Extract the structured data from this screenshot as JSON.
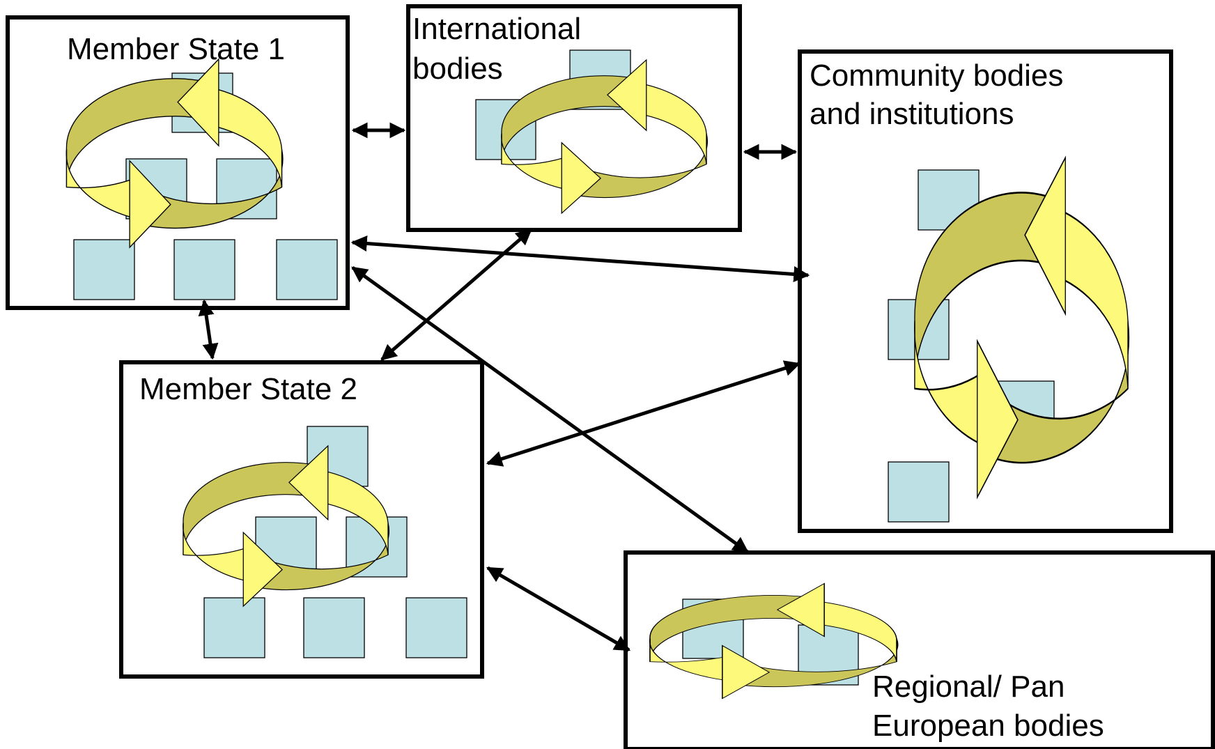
{
  "nodes": {
    "member_state_1": {
      "label_lines": [
        "Member State 1"
      ]
    },
    "international_bodies": {
      "label_lines": [
        "International",
        "bodies"
      ]
    },
    "community_bodies": {
      "label_lines": [
        "Community bodies",
        "and institutions"
      ]
    },
    "member_state_2": {
      "label_lines": [
        "Member State 2"
      ]
    },
    "regional_bodies": {
      "label_lines": [
        "Regional/ Pan",
        "European bodies"
      ]
    }
  },
  "colors": {
    "square_fill": "#bce0e4",
    "cycle_dark": "#cbc659",
    "cycle_light": "#fdfa7b",
    "box_stroke": "#000000",
    "connector": "#000000"
  },
  "connectors": [
    {
      "from": "member_state_1",
      "to": "international_bodies",
      "type": "bidirectional-arrow"
    },
    {
      "from": "international_bodies",
      "to": "community_bodies",
      "type": "bidirectional-arrow"
    },
    {
      "from": "member_state_1",
      "to": "community_bodies",
      "type": "bidirectional-arrow"
    },
    {
      "from": "member_state_1",
      "to": "member_state_2",
      "type": "bidirectional-arrow"
    },
    {
      "from": "international_bodies",
      "to": "member_state_2",
      "type": "bidirectional-arrow"
    },
    {
      "from": "member_state_1",
      "to": "regional_bodies",
      "type": "bidirectional-arrow"
    },
    {
      "from": "community_bodies",
      "to": "member_state_2",
      "type": "bidirectional-arrow"
    },
    {
      "from": "member_state_2",
      "to": "regional_bodies",
      "type": "bidirectional-arrow"
    }
  ]
}
